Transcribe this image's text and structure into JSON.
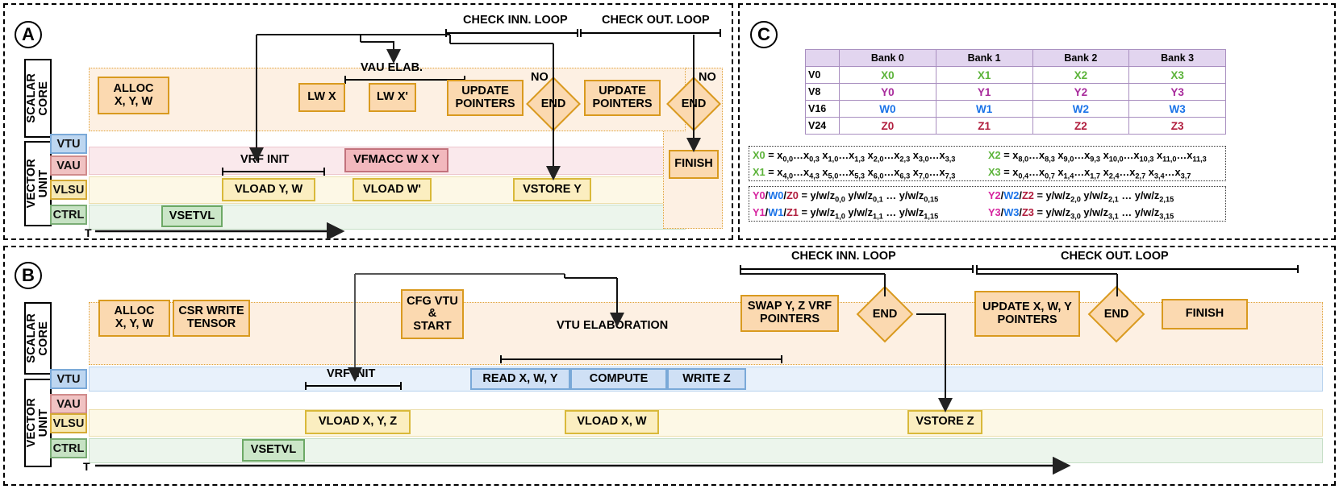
{
  "panels": {
    "a": {
      "letter": "A"
    },
    "b": {
      "letter": "B"
    },
    "c": {
      "letter": "C"
    }
  },
  "side_labels": {
    "scalar_core": "SCALAR\nCORE",
    "vector_unit": "VECTOR\nUNIT"
  },
  "lane_tags": {
    "vtu": "VTU",
    "vau": "VAU",
    "vlsu": "VLSU",
    "ctrl": "CTRL"
  },
  "time_axis_label": "T",
  "panel_a": {
    "spans": [
      {
        "name": "check-inn-loop",
        "label": "CHECK INN. LOOP"
      },
      {
        "name": "check-out-loop",
        "label": "CHECK OUT. LOOP"
      },
      {
        "name": "vau-elab",
        "label": "VAU ELAB."
      },
      {
        "name": "vrf-init",
        "label": "VRF INIT"
      }
    ],
    "scalar_nodes": [
      {
        "name": "alloc",
        "label": "ALLOC\nX, Y, W"
      },
      {
        "name": "lw-x",
        "label": "LW X"
      },
      {
        "name": "lw-x-prime",
        "label": "LW X'"
      },
      {
        "name": "update-pointers-1",
        "label": "UPDATE\nPOINTERS"
      },
      {
        "name": "update-pointers-2",
        "label": "UPDATE\nPOINTERS"
      },
      {
        "name": "finish",
        "label": "FINISH"
      }
    ],
    "diamonds": [
      {
        "name": "end-inner",
        "label": "END"
      },
      {
        "name": "end-outer",
        "label": "END"
      }
    ],
    "no_labels": [
      "NO",
      "NO"
    ],
    "vau_nodes": [
      {
        "name": "vfmacc",
        "label": "VFMACC W X Y"
      }
    ],
    "vlsu_nodes": [
      {
        "name": "vload-y-w",
        "label": "VLOAD Y, W"
      },
      {
        "name": "vload-w-prime",
        "label": "VLOAD W'"
      },
      {
        "name": "vstore-y",
        "label": "VSTORE Y"
      }
    ],
    "ctrl_nodes": [
      {
        "name": "vsetvl",
        "label": "VSETVL"
      }
    ]
  },
  "panel_b": {
    "spans": [
      {
        "name": "check-inn-loop",
        "label": "CHECK INN. LOOP"
      },
      {
        "name": "check-out-loop",
        "label": "CHECK OUT. LOOP"
      },
      {
        "name": "vrf-init",
        "label": "VRF INIT"
      },
      {
        "name": "vtu-elaboration",
        "label": "VTU ELABORATION"
      }
    ],
    "scalar_nodes": [
      {
        "name": "alloc",
        "label": "ALLOC\nX, Y, W"
      },
      {
        "name": "csr-write-tensor",
        "label": "CSR WRITE\nTENSOR"
      },
      {
        "name": "cfg-vtu-start",
        "label": "CFG VTU\n&\nSTART"
      },
      {
        "name": "swap-vrf-pointers",
        "label": "SWAP Y, Z VRF\nPOINTERS"
      },
      {
        "name": "update-pointers",
        "label": "UPDATE X, W, Y\nPOINTERS"
      },
      {
        "name": "finish",
        "label": "FINISH"
      }
    ],
    "diamonds": [
      {
        "name": "end-inner",
        "label": "END"
      },
      {
        "name": "end-outer",
        "label": "END"
      }
    ],
    "vtu_nodes": [
      {
        "name": "read-x-w-y",
        "label": "READ X, W, Y"
      },
      {
        "name": "compute",
        "label": "COMPUTE"
      },
      {
        "name": "write-z",
        "label": "WRITE Z"
      }
    ],
    "vlsu_nodes": [
      {
        "name": "vload-x-y-z",
        "label": "VLOAD X, Y, Z"
      },
      {
        "name": "vload-x-w",
        "label": "VLOAD X, W"
      },
      {
        "name": "vstore-z",
        "label": "VSTORE Z"
      }
    ],
    "ctrl_nodes": [
      {
        "name": "vsetvl",
        "label": "VSETVL"
      }
    ]
  },
  "panel_c": {
    "table": {
      "columns": [
        "",
        "Bank 0",
        "Bank 1",
        "Bank 2",
        "Bank 3"
      ],
      "rows": [
        {
          "reg": "V0",
          "cells": [
            "X0",
            "X1",
            "X2",
            "X3"
          ],
          "color": "x"
        },
        {
          "reg": "V8",
          "cells": [
            "Y0",
            "Y1",
            "Y2",
            "Y3"
          ],
          "color": "y"
        },
        {
          "reg": "V16",
          "cells": [
            "W0",
            "W1",
            "W2",
            "W3"
          ],
          "color": "w"
        },
        {
          "reg": "V24",
          "cells": [
            "Z0",
            "Z1",
            "Z2",
            "Z3"
          ],
          "color": "z"
        }
      ]
    },
    "formulas_x": [
      {
        "lhs": "X0",
        "rhs": "= x<sub>0,0</sub>…x<sub>0,3</sub> x<sub>1,0</sub>…x<sub>1,3</sub> x<sub>2,0</sub>…x<sub>2,3</sub> x<sub>3,0</sub>…x<sub>3,3</sub>"
      },
      {
        "lhs": "X2",
        "rhs": "= x<sub>8,0</sub>…x<sub>8,3</sub> x<sub>9,0</sub>…x<sub>9,3</sub> x<sub>10,0</sub>…x<sub>10,3</sub> x<sub>11,0</sub>…x<sub>11,3</sub>"
      },
      {
        "lhs": "X1",
        "rhs": "= x<sub>4,0</sub>…x<sub>4,3</sub> x<sub>5,0</sub>…x<sub>5,3</sub> x<sub>6,0</sub>…x<sub>6,3</sub> x<sub>7,0</sub>…x<sub>7,3</sub>"
      },
      {
        "lhs": "X3",
        "rhs": "= x<sub>0,4</sub>…x<sub>0,7</sub> x<sub>1,4</sub>…x<sub>1,7</sub> x<sub>2,4</sub>…x<sub>2,7</sub> x<sub>3,4</sub>…x<sub>3,7</sub>"
      }
    ],
    "formulas_yzw": [
      {
        "lhs_y": "Y0",
        "lhs_w": "W0",
        "lhs_z": "Z0",
        "rhs": "= y/w/z<sub>0,0</sub> y/w/z<sub>0,1</sub> … y/w/z<sub>0,15</sub>"
      },
      {
        "lhs_y": "Y2",
        "lhs_w": "W2",
        "lhs_z": "Z2",
        "rhs": "= y/w/z<sub>2,0</sub> y/w/z<sub>2,1</sub> … y/w/z<sub>2,15</sub>"
      },
      {
        "lhs_y": "Y1",
        "lhs_w": "W1",
        "lhs_z": "Z1",
        "rhs": "= y/w/z<sub>1,0</sub> y/w/z<sub>1,1</sub> … y/w/z<sub>1,15</sub>"
      },
      {
        "lhs_y": "Y3",
        "lhs_w": "W3",
        "lhs_z": "Z3",
        "rhs": "= y/w/z<sub>3,0</sub> y/w/z<sub>3,1</sub> … y/w/z<sub>3,15</sub>"
      }
    ]
  },
  "colors": {
    "x": "#5cb33a",
    "y": "#a82b9c",
    "w": "#1a73e8",
    "z": "#b01c3c",
    "scalar_lane": "#fdf0e3",
    "vtu_lane": "#e8f1fb",
    "vau_lane": "#fae9ec",
    "vlsu_lane": "#fdf8e6",
    "ctrl_lane": "#ecf5ec",
    "node_orange": "#fbd9b0",
    "node_border_orange": "#d99a1f",
    "table_header": "#e2d5ef"
  }
}
